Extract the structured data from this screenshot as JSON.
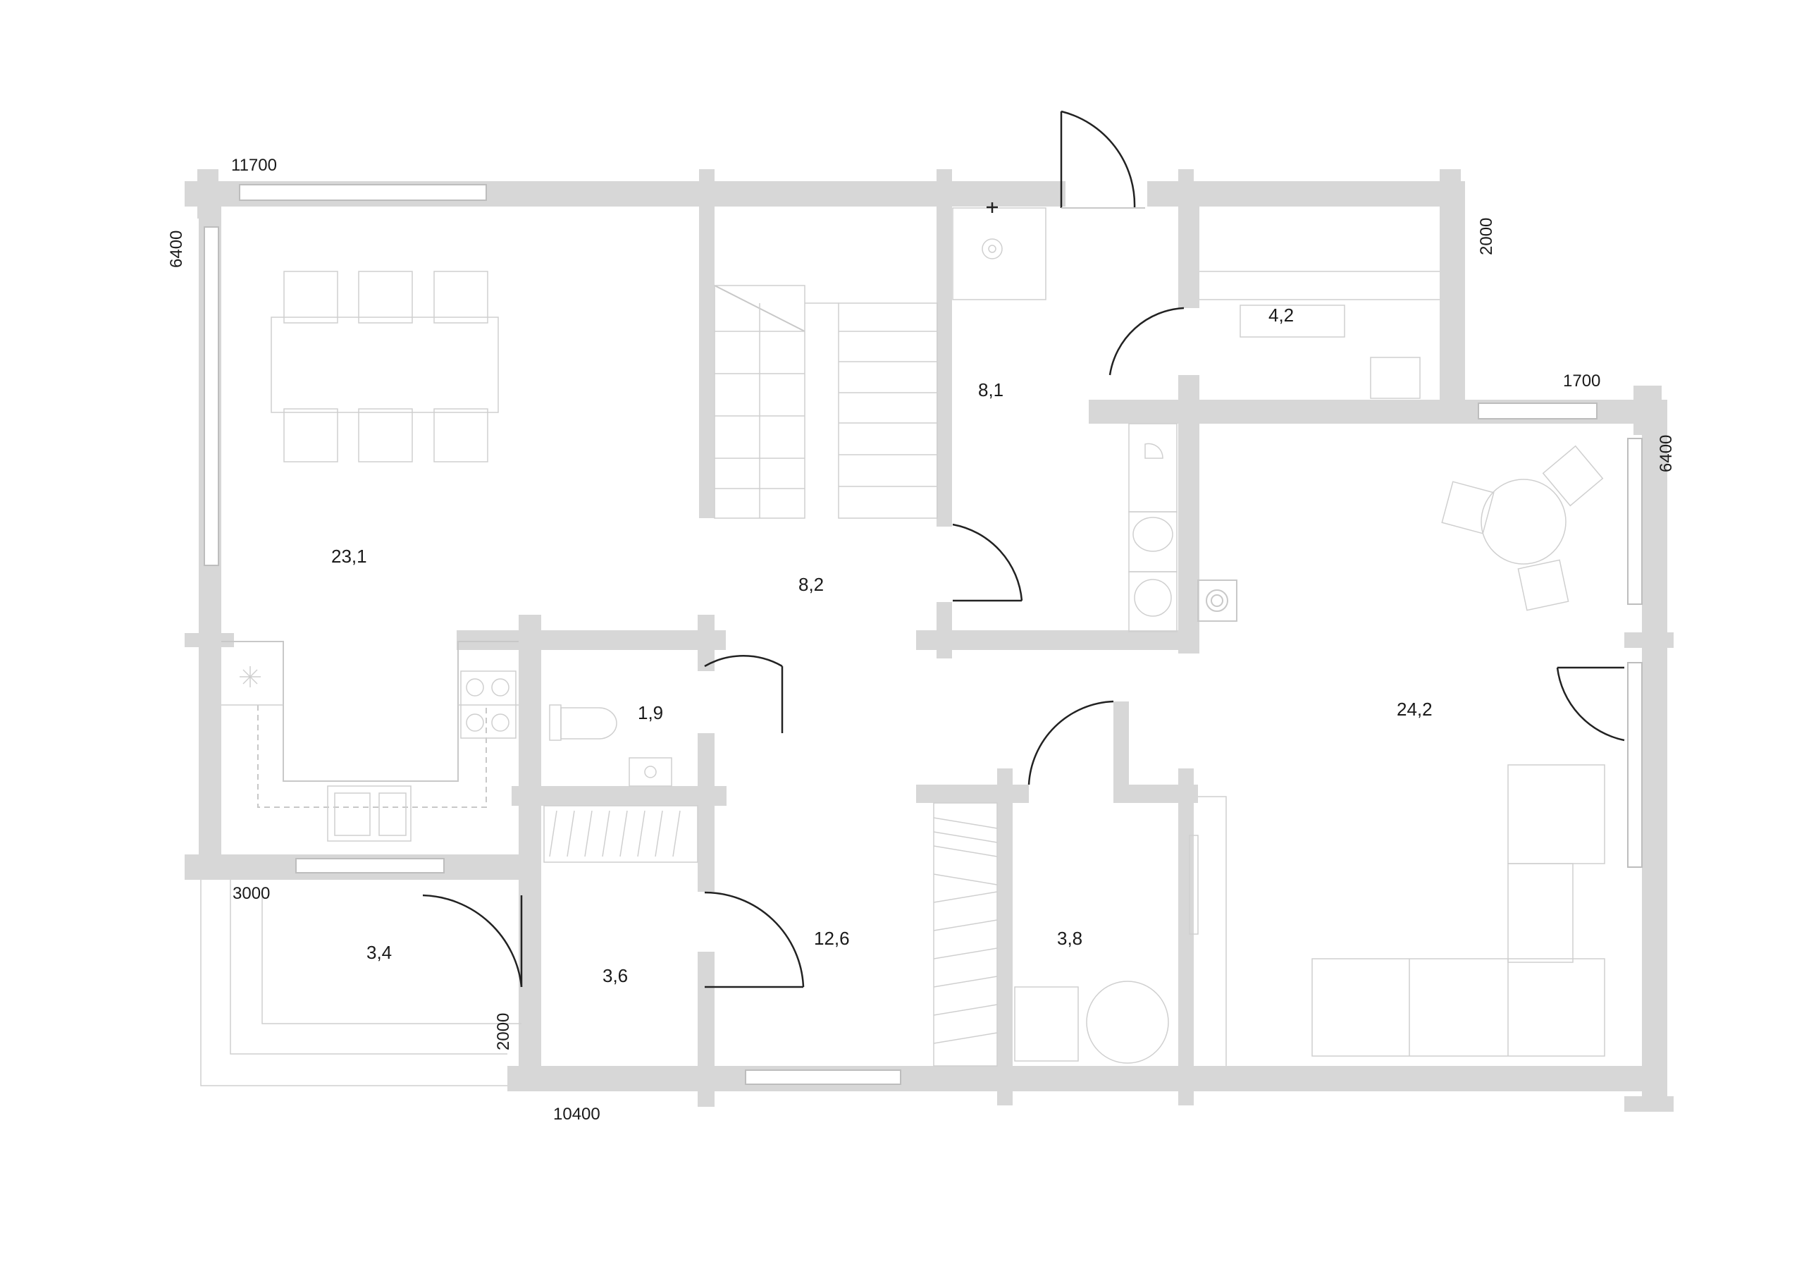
{
  "rooms": {
    "dining_kitchen": "23,1",
    "hall": "8,2",
    "stair_hall": "8,1",
    "storage": "4,2",
    "living": "24,2",
    "wc": "1,9",
    "corridor": "12,6",
    "terrace": "3,4",
    "vestibule": "3,6",
    "bathroom": "3,8"
  },
  "dimensions": {
    "top_left": "11700",
    "left_top": "6400",
    "top_right": "2000",
    "right_step": "1700",
    "right": "6400",
    "bottom_left_top": "3000",
    "bottom_left_side": "2000",
    "bottom": "10400"
  }
}
